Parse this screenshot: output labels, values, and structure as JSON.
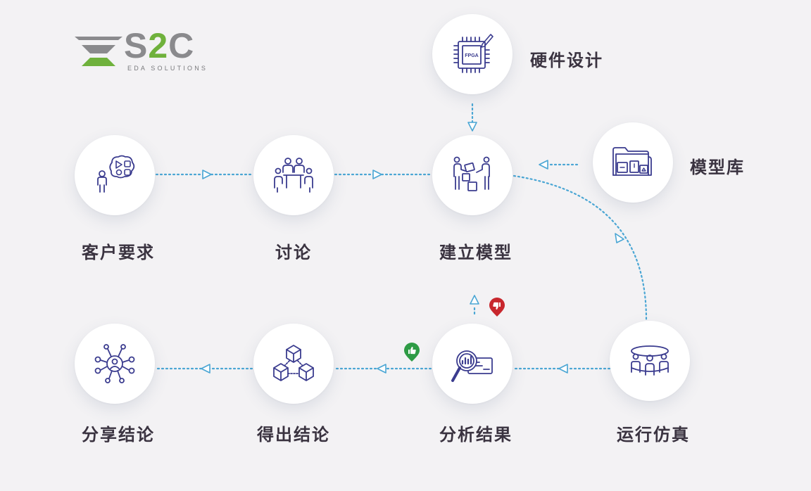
{
  "brand": {
    "logo_main": "S2C",
    "logo_sub": "EDA SOLUTIONS"
  },
  "nodes": {
    "customer_req": "客户要求",
    "discussion": "讨论",
    "build_model": "建立模型",
    "hardware_design": "硬件设计",
    "model_library": "模型库",
    "run_simulation": "运行仿真",
    "analyze_results": "分析结果",
    "conclusion": "得出结论",
    "share_conclusion": "分享结论"
  },
  "chip_label": "FPGA",
  "colors": {
    "icon": "#3b3c8f",
    "connector": "#4aa6d4",
    "thumb_up": "#2e9b45",
    "thumb_down": "#c8272d",
    "logo_gray": "#8a8a8d",
    "logo_green": "#6fb13c"
  }
}
